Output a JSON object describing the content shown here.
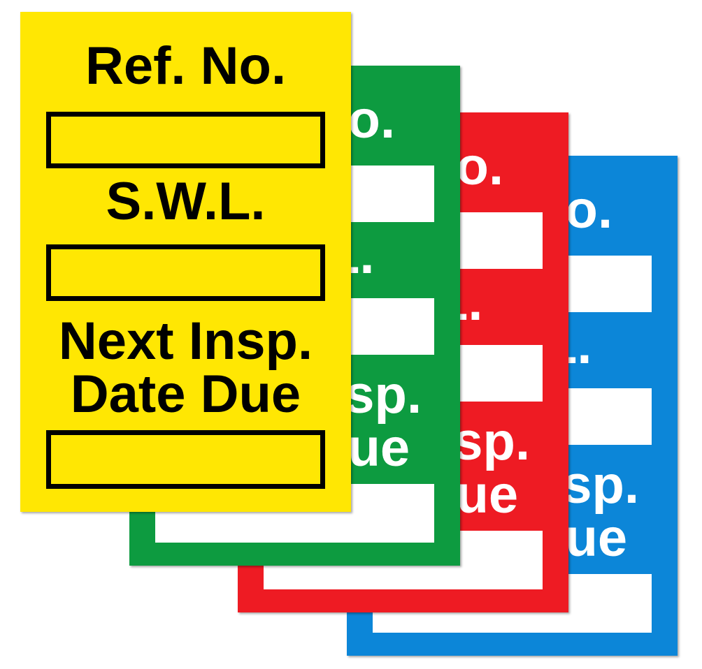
{
  "canvas": {
    "background": "#ffffff"
  },
  "labels": {
    "ref_no": "Ref. No.",
    "swl": "S.W.L.",
    "next_insp": "Next Insp.",
    "date_due": "Date Due"
  },
  "tags": [
    {
      "name": "yellow",
      "color": "#FFE703",
      "text_color": "#000000",
      "box_style": "outlined",
      "box_border_color": "#000000",
      "stack_position": "front"
    },
    {
      "name": "green",
      "color": "#0D9B40",
      "text_color": "#FFFFFF",
      "box_style": "filled",
      "box_fill_color": "#FFFFFF",
      "stack_position": "second"
    },
    {
      "name": "red",
      "color": "#EE1B23",
      "text_color": "#FFFFFF",
      "box_style": "filled",
      "box_fill_color": "#FFFFFF",
      "stack_position": "third"
    },
    {
      "name": "blue",
      "color": "#0C86D8",
      "text_color": "#FFFFFF",
      "box_style": "filled",
      "box_fill_color": "#FFFFFF",
      "stack_position": "back"
    }
  ]
}
